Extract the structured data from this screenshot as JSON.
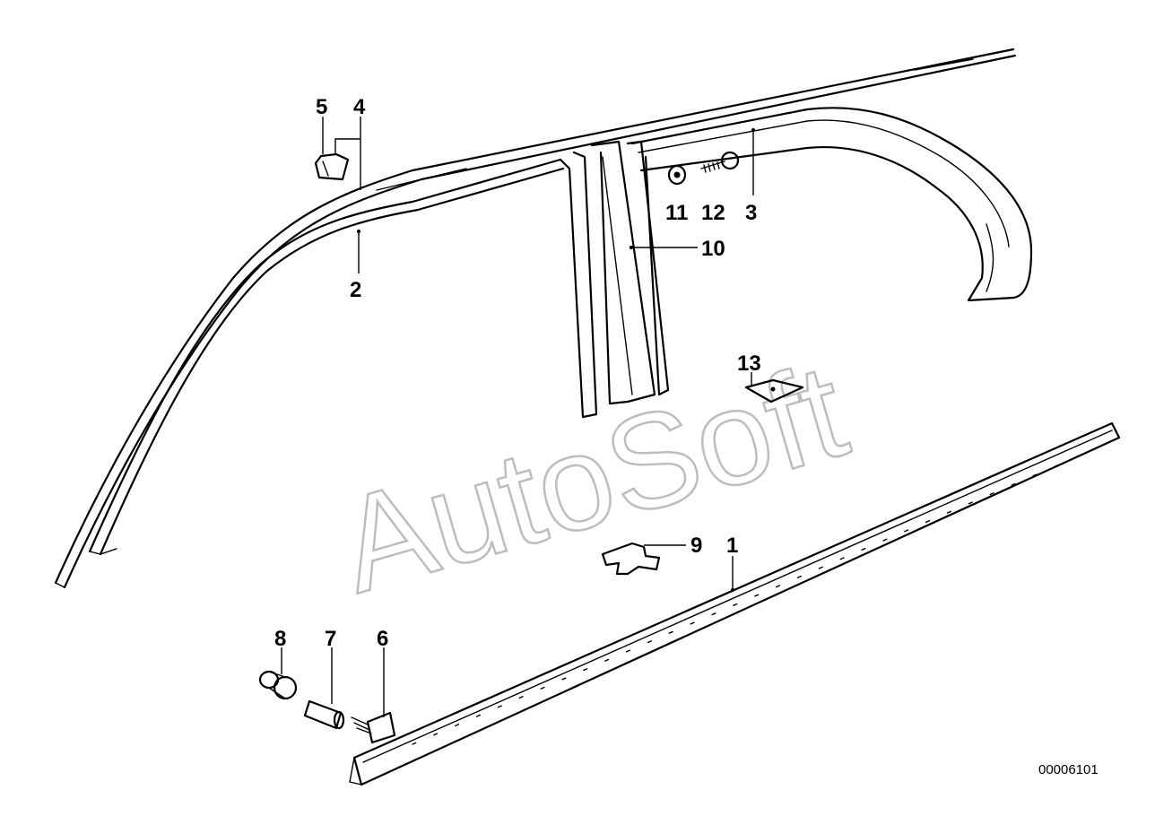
{
  "watermark": "AutoSoft",
  "document_number": "00006101",
  "callouts": [
    {
      "id": "1",
      "text": "1"
    },
    {
      "id": "2",
      "text": "2"
    },
    {
      "id": "3",
      "text": "3"
    },
    {
      "id": "4",
      "text": "4"
    },
    {
      "id": "5",
      "text": "5"
    },
    {
      "id": "6",
      "text": "6"
    },
    {
      "id": "7",
      "text": "7"
    },
    {
      "id": "8",
      "text": "8"
    },
    {
      "id": "9",
      "text": "9"
    },
    {
      "id": "10",
      "text": "10"
    },
    {
      "id": "11",
      "text": "11"
    },
    {
      "id": "12",
      "text": "12"
    },
    {
      "id": "13",
      "text": "13"
    }
  ]
}
